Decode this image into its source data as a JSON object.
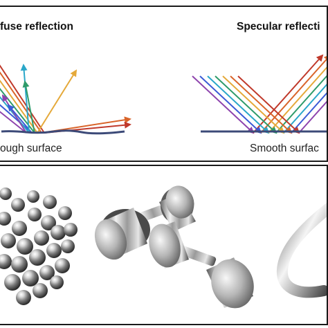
{
  "top_panel": {
    "diffuse": {
      "heading": "fuse reflection",
      "caption": "ough surface"
    },
    "specular": {
      "heading": "Specular reflecti",
      "caption": "Smooth surfac"
    }
  },
  "ray_colors": [
    "#8e44ad",
    "#3b5bd6",
    "#2aa7c9",
    "#2e9b6a",
    "#e5a93a",
    "#d9642a",
    "#c0392b"
  ],
  "surface_color": "#3c4a78",
  "bottom_panel": {
    "objects": [
      "steel-ball-bearings",
      "chrome-dumbbells",
      "polished-metal-ring"
    ]
  }
}
